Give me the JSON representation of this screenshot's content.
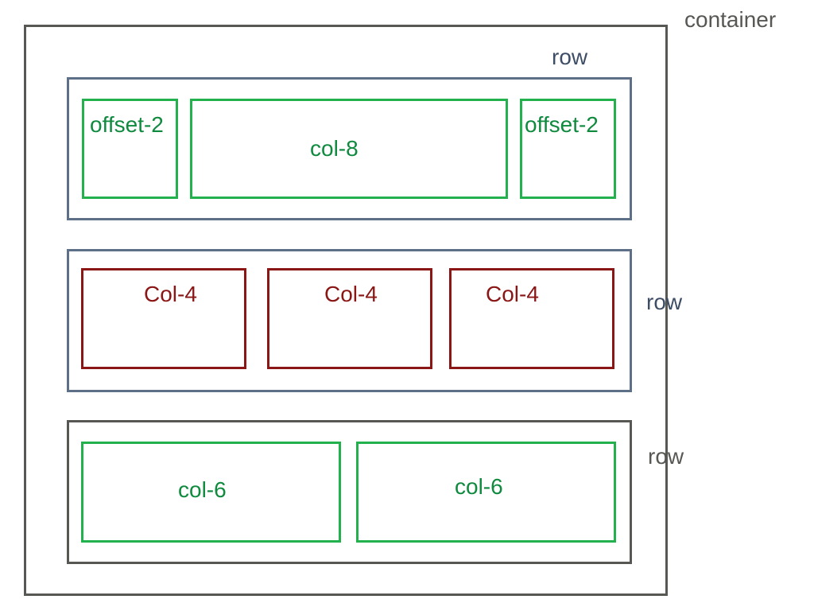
{
  "container": {
    "label": "container"
  },
  "rows": [
    {
      "label": "row",
      "columns": [
        {
          "label": "offset-2"
        },
        {
          "label": "col-8"
        },
        {
          "label": "offset-2"
        }
      ]
    },
    {
      "label": "row",
      "columns": [
        {
          "label": "Col-4"
        },
        {
          "label": "Col-4"
        },
        {
          "label": "Col-4"
        }
      ]
    },
    {
      "label": "row",
      "columns": [
        {
          "label": "col-6"
        },
        {
          "label": "col-6"
        }
      ]
    }
  ],
  "colors": {
    "container_border": "#575754",
    "row_border_blue": "#5e7088",
    "row_border_gray": "#575754",
    "green_column": "#22b14c",
    "green_text": "#0f8a3f",
    "red_column": "#8a1616"
  }
}
